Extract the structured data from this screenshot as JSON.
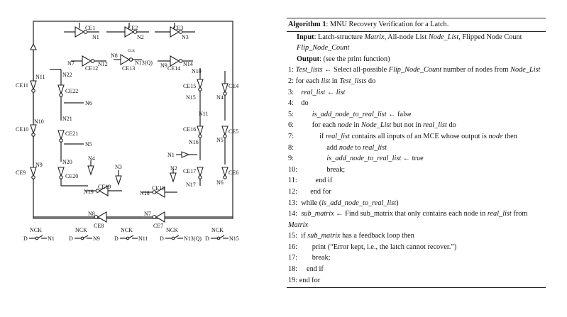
{
  "figure": {
    "nodes": {
      "n1": "N1",
      "n2": "N2",
      "n3": "N3",
      "n4": "N4",
      "n5": "N5",
      "n6": "N6",
      "n7": "N7",
      "n8": "N8",
      "n9": "N9",
      "n10": "N10",
      "n11": "N11",
      "n12": "N12",
      "n13": "N13(Q)",
      "n14": "N14",
      "n15": "N15",
      "n16": "N16",
      "n17": "N17",
      "n18": "N18",
      "n19": "N19",
      "n20": "N20",
      "n21": "N21",
      "n22": "N22"
    },
    "elements": {
      "ce1": "CE1",
      "ce2": "CE2",
      "ce3": "CE3",
      "ce4": "CE4",
      "ce5": "CE5",
      "ce6": "CE6",
      "ce7": "CE7",
      "ce8": "CE8",
      "ce9": "CE9",
      "ce10": "CE10",
      "ce11": "CE11",
      "ce12": "CE12",
      "ce13": "CE13",
      "ce14": "CE14",
      "ce15": "CE15",
      "ce16": "CE16",
      "ce17": "CE17",
      "ce18": "CE18",
      "ce19": "CE19",
      "ce20": "CE20",
      "ce21": "CE21",
      "ce22": "CE22",
      "clk": "CLK"
    },
    "input_switches": [
      {
        "clock": "NCK",
        "d": "D",
        "out": "N1"
      },
      {
        "clock": "NCK",
        "d": "D",
        "out": "N9"
      },
      {
        "clock": "NCK",
        "d": "D",
        "out": "N11"
      },
      {
        "clock": "NCK",
        "d": "D",
        "out": "N13(Q)"
      },
      {
        "clock": "NCK",
        "d": "D",
        "out": "N15"
      }
    ]
  },
  "algorithm": {
    "title_label": "Algorithm 1",
    "title_text": ": MNU Recovery Verification for a Latch.",
    "input_label": "Input",
    "input_a": ": Latch-structure ",
    "input_b": "Matrix",
    "input_c": ", All-node List ",
    "input_d": "Node_List",
    "input_e": ", Flipped Node Count ",
    "input_f": "Flip_Node_Count",
    "output_label": "Output",
    "output_text": ": (see the print function)",
    "l1a": "1: ",
    "l1b": "Test_lists",
    "l1c": " ← Select all-possible ",
    "l1d": "Flip_Node_Count",
    "l1e": " number of nodes from ",
    "l1f": "Node_List",
    "l2a": "2: for each ",
    "l2b": "list",
    "l2c": " in ",
    "l2d": "Test_lists",
    "l2e": " do",
    "l3a": "3:",
    "l3b": "real_list",
    "l3c": " ← ",
    "l3d": "list",
    "l4": "4:    do",
    "l5a": "5:",
    "l5b": "is_add_node_to_real_list",
    "l5c": " ← false",
    "l6a": "6:",
    "l6b": "for each ",
    "l6c": "node",
    "l6d": " in ",
    "l6e": "Node_List",
    "l6f": " but not in ",
    "l6g": "real_list",
    "l6h": " do",
    "l7a": "7:",
    "l7b": "if ",
    "l7c": "real_list",
    "l7d": " contains all inputs of an MCE whose output is ",
    "l7e": "node",
    "l7f": " then",
    "l8a": "8:",
    "l8b": "add ",
    "l8c": "node",
    "l8d": " to ",
    "l8e": "real_list",
    "l9a": "9:",
    "l9b": "is_add_node_to_real_list",
    "l9c": " ← true",
    "l10a": "10:",
    "l10b": "break;",
    "l11a": "11:",
    "l11b": "end if",
    "l12a": "12:",
    "l12b": "end for",
    "l13a": "13:  while (",
    "l13b": "is_add_node_to_real_list",
    "l13c": ")",
    "l14a": "14:  ",
    "l14b": "sub_matrix",
    "l14c": " ← Find sub_matrix that only contains each node in ",
    "l14d": "real_list",
    "l14e": " from ",
    "l14f": "Matrix",
    "l15a": "15:  if ",
    "l15b": "sub_matrix",
    "l15c": " has a feedback loop then",
    "l16a": "16:",
    "l16b": "print (“Error kept, i.e., the latch cannot recover.”)",
    "l17a": "17:",
    "l17b": "break;",
    "l18a": "18:",
    "l18b": "end if",
    "l19": "19: end for"
  }
}
